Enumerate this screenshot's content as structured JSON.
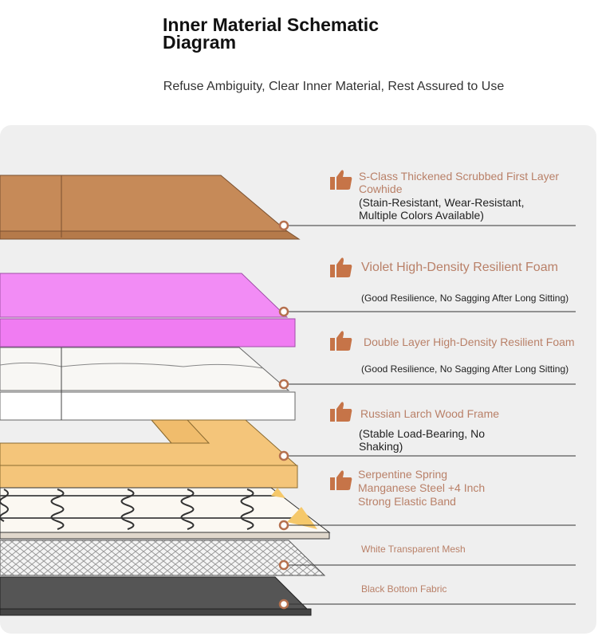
{
  "header": {
    "title": "Inner Material Schematic Diagram",
    "subtitle": "Refuse Ambiguity, Clear Inner Material, Rest Assured to Use"
  },
  "layers": [
    {
      "title": "S-Class Thickened Scrubbed First Layer Cowhide",
      "desc": "(Stain-Resistant, Wear-Resistant, Multiple Colors Available)",
      "color": "#c68a58"
    },
    {
      "title": "Violet High-Density Resilient Foam",
      "desc": "(Good Resilience, No Sagging After Long Sitting)",
      "color": "#f28cf5"
    },
    {
      "title": "Double Layer High-Density Resilient Foam",
      "desc": "(Good Resilience, No Sagging After Long Sitting)",
      "color": "#fafafa"
    },
    {
      "title": "Russian Larch Wood Frame",
      "desc": "(Stable Load-Bearing, No Shaking)",
      "color": "#f4c57a"
    },
    {
      "title": "Serpentine Spring Manganese Steel +4 Inch Strong Elastic Band",
      "color": "#fbf8f2"
    },
    {
      "title": "White Transparent Mesh",
      "color": "#e8e8e8"
    },
    {
      "title": "Black Bottom Fabric",
      "color": "#555555"
    }
  ],
  "accent": "#b98068"
}
